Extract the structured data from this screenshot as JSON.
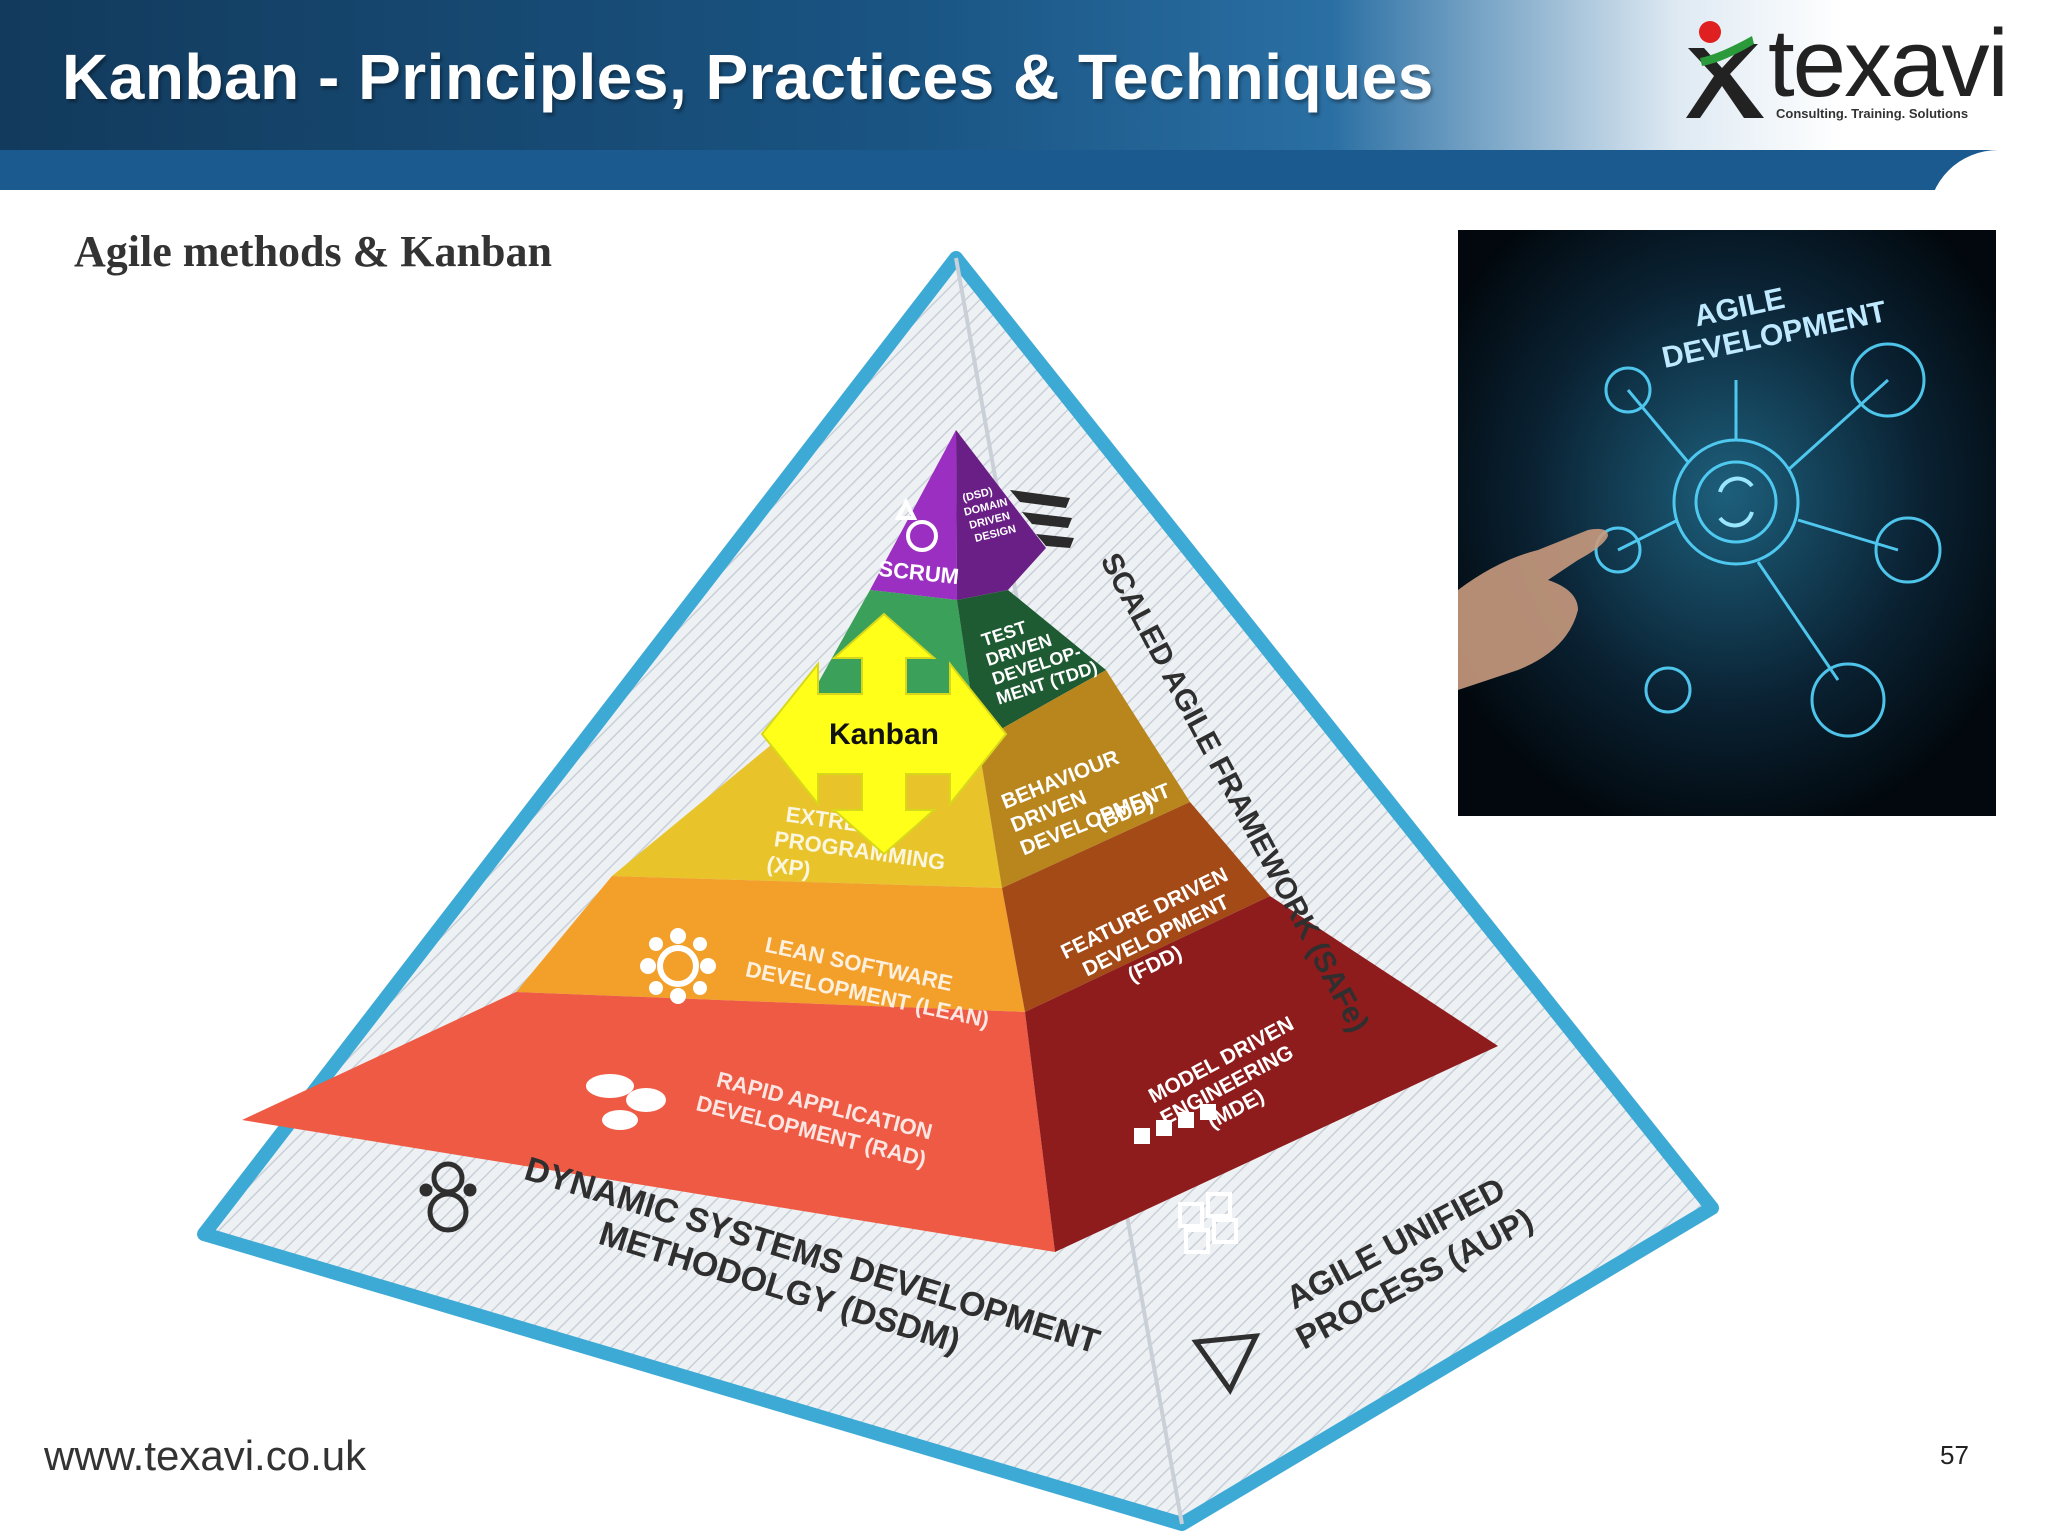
{
  "header": {
    "title": "Kanban - Principles, Practices & Techniques",
    "logo_word": "texavi",
    "logo_tagline": "Consulting. Training. Solutions"
  },
  "subtitle": "Agile methods & Kanban",
  "pyramid": {
    "front_layers": [
      {
        "label_lines": [
          "SCRUM"
        ],
        "color": "#9b2fc1"
      },
      {
        "label_lines": [
          ""
        ],
        "color": "#3aa05a"
      },
      {
        "label_lines": [
          "EXTREME",
          "PROGRAMMING",
          "(XP)"
        ],
        "color": "#e8c42a"
      },
      {
        "label_lines": [
          "LEAN SOFTWARE",
          "DEVELOPMENT (LEAN)"
        ],
        "color": "#f3a02b"
      },
      {
        "label_lines": [
          "RAPID APPLICATION",
          "DEVELOPMENT (RAD)"
        ],
        "color": "#ee5a43"
      }
    ],
    "side_layers": [
      {
        "label_lines": [
          "(DSD)",
          "DOMAIN",
          "DRIVEN",
          "DESIGN"
        ],
        "color": "#6a1f86"
      },
      {
        "label_lines": [
          "TEST",
          "DRIVEN",
          "DEVELOP-",
          "MENT (TDD)"
        ],
        "color": "#1e5a32"
      },
      {
        "label_lines": [
          "BEHAVIOUR",
          "DRIVEN",
          "DEVELOPMENT",
          "(BDD)"
        ],
        "color": "#b8861c"
      },
      {
        "label_lines": [
          "FEATURE DRIVEN",
          "DEVELOPMENT",
          "(FDD)"
        ],
        "color": "#a34a16"
      },
      {
        "label_lines": [
          "MODEL DRIVEN",
          "ENGINEERING",
          "(MDE)"
        ],
        "color": "#8e1c1c"
      }
    ],
    "frame_labels": {
      "left": [
        "DYNAMIC SYSTEMS DEVELOPMENT",
        "METHODOLGY (DSDM)"
      ],
      "right": [
        "AGILE UNIFIED",
        "PROCESS (AUP)"
      ],
      "edge": "SCALED AGILE FRAMEWORK (SAFe)"
    },
    "frame_color": "#3daad6",
    "overlay_label": "Kanban",
    "overlay_color": "#ffff1a"
  },
  "photo": {
    "label_lines": [
      "AGILE",
      "DEVELOPMENT"
    ]
  },
  "footer": {
    "url": "www.texavi.co.uk",
    "page_number": "57"
  }
}
